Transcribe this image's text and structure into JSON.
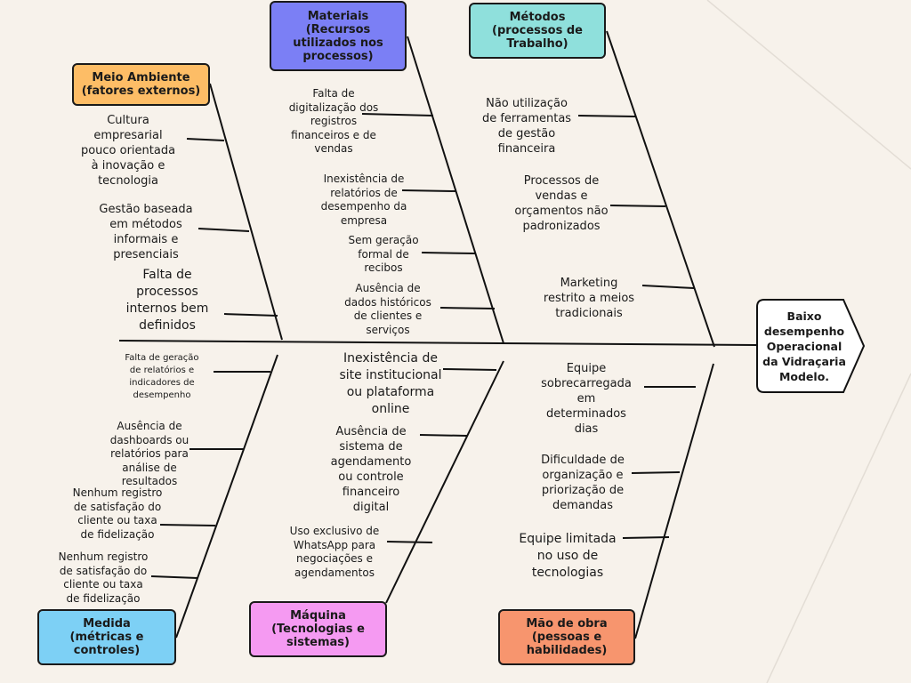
{
  "categories": {
    "meio_ambiente": {
      "line1": "Meio Ambiente",
      "line2": "(fatores externos)",
      "color": "#fdbd66"
    },
    "materiais": {
      "line1": "Materiais",
      "line2": "(Recursos utilizados nos processos)",
      "color": "#7b7ff5"
    },
    "metodos": {
      "line1": "Métodos",
      "line2": "(processos de Trabalho)",
      "color": "#8fe0dc"
    },
    "medida": {
      "line1": "Medida",
      "line2": "(métricas e controles)",
      "color": "#7dd0f5"
    },
    "maquina": {
      "line1": "Máquina",
      "line2": "(Tecnologias e sistemas)",
      "color": "#f59af2"
    },
    "mao_de_obra": {
      "line1": "Mão de obra",
      "line2": "(pessoas e habilidades)",
      "color": "#f7956e"
    }
  },
  "effect": {
    "text": "Baixo\ndesempenho\nOperacional\nda Vidraçaria\nModelo."
  },
  "causes": {
    "meio_ambiente": [
      "Cultura\nempresarial\npouco orientada\nà inovação e\ntecnologia",
      "Gestão baseada\nem métodos\ninformais e\npresenciais",
      "Falta de\nprocessos\ninternos bem\ndefinidos"
    ],
    "materiais": [
      "Falta de\ndigitalização dos\nregistros\nfinanceiros e de\nvendas",
      "Inexistência de\nrelatórios de\ndesempenho da\nempresa",
      "Sem geração\nformal de\nrecibos",
      "Ausência de\ndados históricos\nde clientes e\nserviços"
    ],
    "metodos": [
      "Não utilização\nde ferramentas\nde gestão\nfinanceira",
      "Processos de\nvendas e\norçamentos não\npadronizados",
      "Marketing\nrestrito a meios\ntradicionais"
    ],
    "medida": [
      "Falta de geração\nde relatórios e\nindicadores de\ndesempenho",
      "Ausência de\ndashboards ou\nrelatórios para\nanálise de\nresultados",
      "Nenhum registro\nde satisfação do\ncliente ou taxa\nde fidelização",
      "Nenhum registro\nde satisfação do\ncliente ou taxa\nde fidelização"
    ],
    "maquina": [
      "Inexistência de\nsite institucional\nou plataforma\nonline",
      "Ausência de\nsistema de\nagendamento\nou controle\nfinanceiro\ndigital",
      "Uso exclusivo de\nWhatsApp para\nnegociações e\nagendamentos"
    ],
    "mao_de_obra": [
      "Equipe\nsobrecarregada\nem\ndeterminados\ndias",
      "Dificuldade de\norganização e\npriorização de\ndemandas",
      "Equipe limitada\nno uso de\ntecnologias"
    ]
  }
}
